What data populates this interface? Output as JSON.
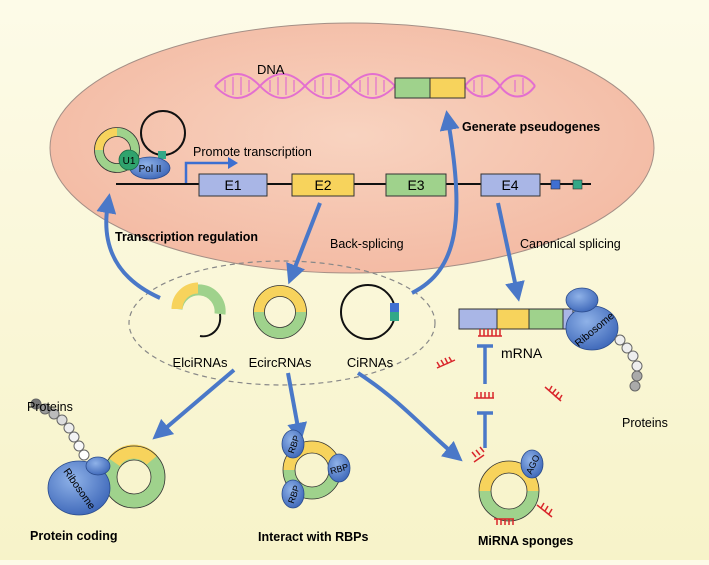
{
  "nucleus": {
    "dna_label": "DNA",
    "exons": [
      "E1",
      "E2",
      "E3",
      "E4"
    ],
    "promote_label": "Promote transcription",
    "u1_label": "U1",
    "pol_label": "Pol II",
    "generate_label": "Generate pseudogenes",
    "transcription_label": "Transcription regulation",
    "backsplicing_label": "Back-splicing",
    "canonical_label": "Canonical splicing"
  },
  "circrna_types": {
    "elci": "ElciRNAs",
    "ecirc": "EcircRNAs",
    "ci": "CiRNAs"
  },
  "mrna": {
    "label": "mRNA",
    "ribosome_label": "Ribosome",
    "proteins_label": "Proteins"
  },
  "functions": {
    "protein_coding": {
      "label": "Protein coding",
      "proteins_label": "Proteins",
      "ribosome_label": "Ribosome"
    },
    "rbp": {
      "label": "Interact with RBPs",
      "rbp_label": "RBP"
    },
    "mirna": {
      "label": "MiRNA sponges",
      "ago_label": "AGO"
    }
  },
  "colors": {
    "exon_blue": "#a9b6e6",
    "exon_yellow": "#f7d35c",
    "exon_green": "#9fd28c",
    "arrow": "#4a78c8",
    "nucleus": "#f6c2a9",
    "dna": "#e36fd0",
    "mirna": "#d9262b"
  }
}
